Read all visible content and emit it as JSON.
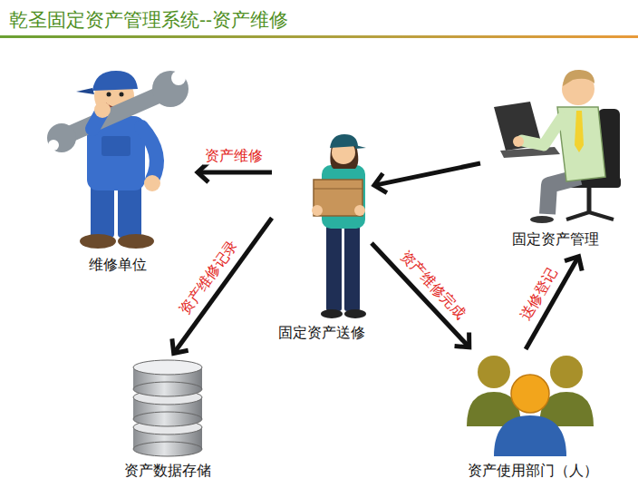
{
  "diagram": {
    "title": "乾圣固定资产管理系统--资产维修",
    "nodes": [
      {
        "text": [
          "维修单位"
        ]
      },
      {
        "text": [
          "固定资产管理"
        ]
      },
      {
        "text": [
          "固定资产送修"
        ]
      },
      {
        "text": [
          "资产数据存储"
        ]
      },
      {
        "text": [
          "资产使用部门（人）"
        ]
      }
    ],
    "edges": [
      {
        "from": 1,
        "to": 2,
        "arrow": "to"
      },
      {
        "from": 2,
        "to": 0,
        "label": "资产维修",
        "arrow": "to"
      },
      {
        "from": 2,
        "to": 3,
        "label": "资产维修记录",
        "arrow": "to"
      },
      {
        "from": 2,
        "to": 4,
        "label": "资产维修完成",
        "arrow": "to"
      },
      {
        "from": 4,
        "to": 1,
        "label": "送修登记",
        "arrow": "to"
      }
    ]
  }
}
